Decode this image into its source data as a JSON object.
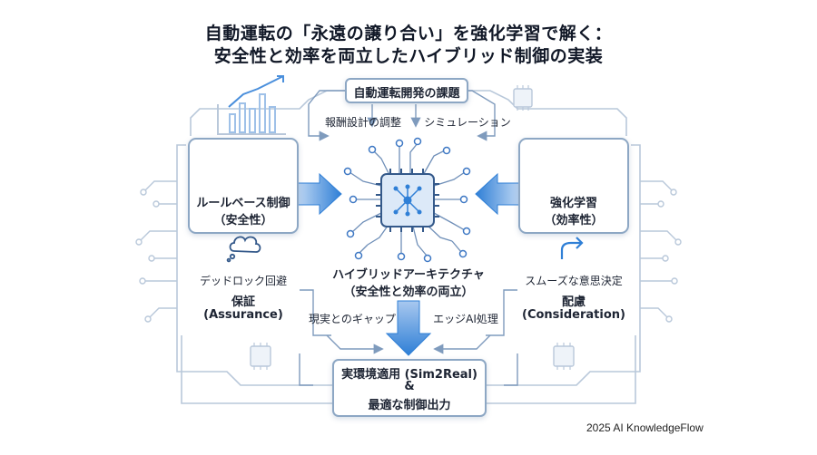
{
  "title": {
    "line1": "自動運転の「永遠の譲り合い」を強化学習で解く：",
    "line2": "安全性と効率を両立したハイブリッド制御の実装"
  },
  "top_box": {
    "label": "自動運転開発の課題"
  },
  "top_labels": {
    "left": "報酬設計の調整",
    "right": "シミュレーション"
  },
  "left_panel": {
    "icon": "gear-icon",
    "line1": "ルールベース制御",
    "line2": "（安全性）",
    "sub_label": "デッドロック回避",
    "badge_line1": "保証",
    "badge_line2": "(Assurance)"
  },
  "right_panel": {
    "icon": "brain-chip-icon",
    "line1": "強化学習",
    "line2": "（効率性）",
    "sub_label": "スムーズな意思決定",
    "badge_line1": "配慮",
    "badge_line2": "(Consideration)"
  },
  "center": {
    "icon": "neural-chip-icon",
    "line1": "ハイブリッドアーキテクチャ",
    "line2": "（安全性と効率の両立）"
  },
  "bottom_labels": {
    "left": "現実とのギャップ",
    "right": "エッジAI処理"
  },
  "bottom_box": {
    "line1": "実環境適用 (Sim2Real)",
    "line2": "&",
    "line3": "最適な制御出力"
  },
  "footer": "2025 AI KnowledgeFlow",
  "colors": {
    "accent": "#2f7fd6",
    "line": "#8da7c4",
    "dark": "#1d2433"
  }
}
